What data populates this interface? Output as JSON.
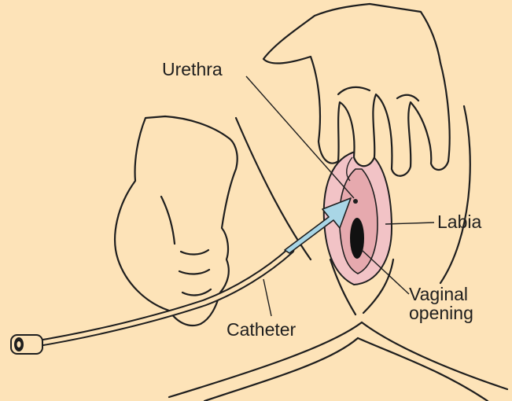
{
  "labels": {
    "urethra": "Urethra",
    "labia": "Labia",
    "vaginal_line1": "Vaginal",
    "vaginal_line2": "opening",
    "catheter": "Catheter"
  },
  "colors": {
    "background": "#fde3b8",
    "skin": "#fde3b8",
    "tissue": "#f2c3c6",
    "tissue_dark": "#e6a9ae",
    "arrow": "#a9d6e6",
    "line": "#1e1e1e"
  }
}
